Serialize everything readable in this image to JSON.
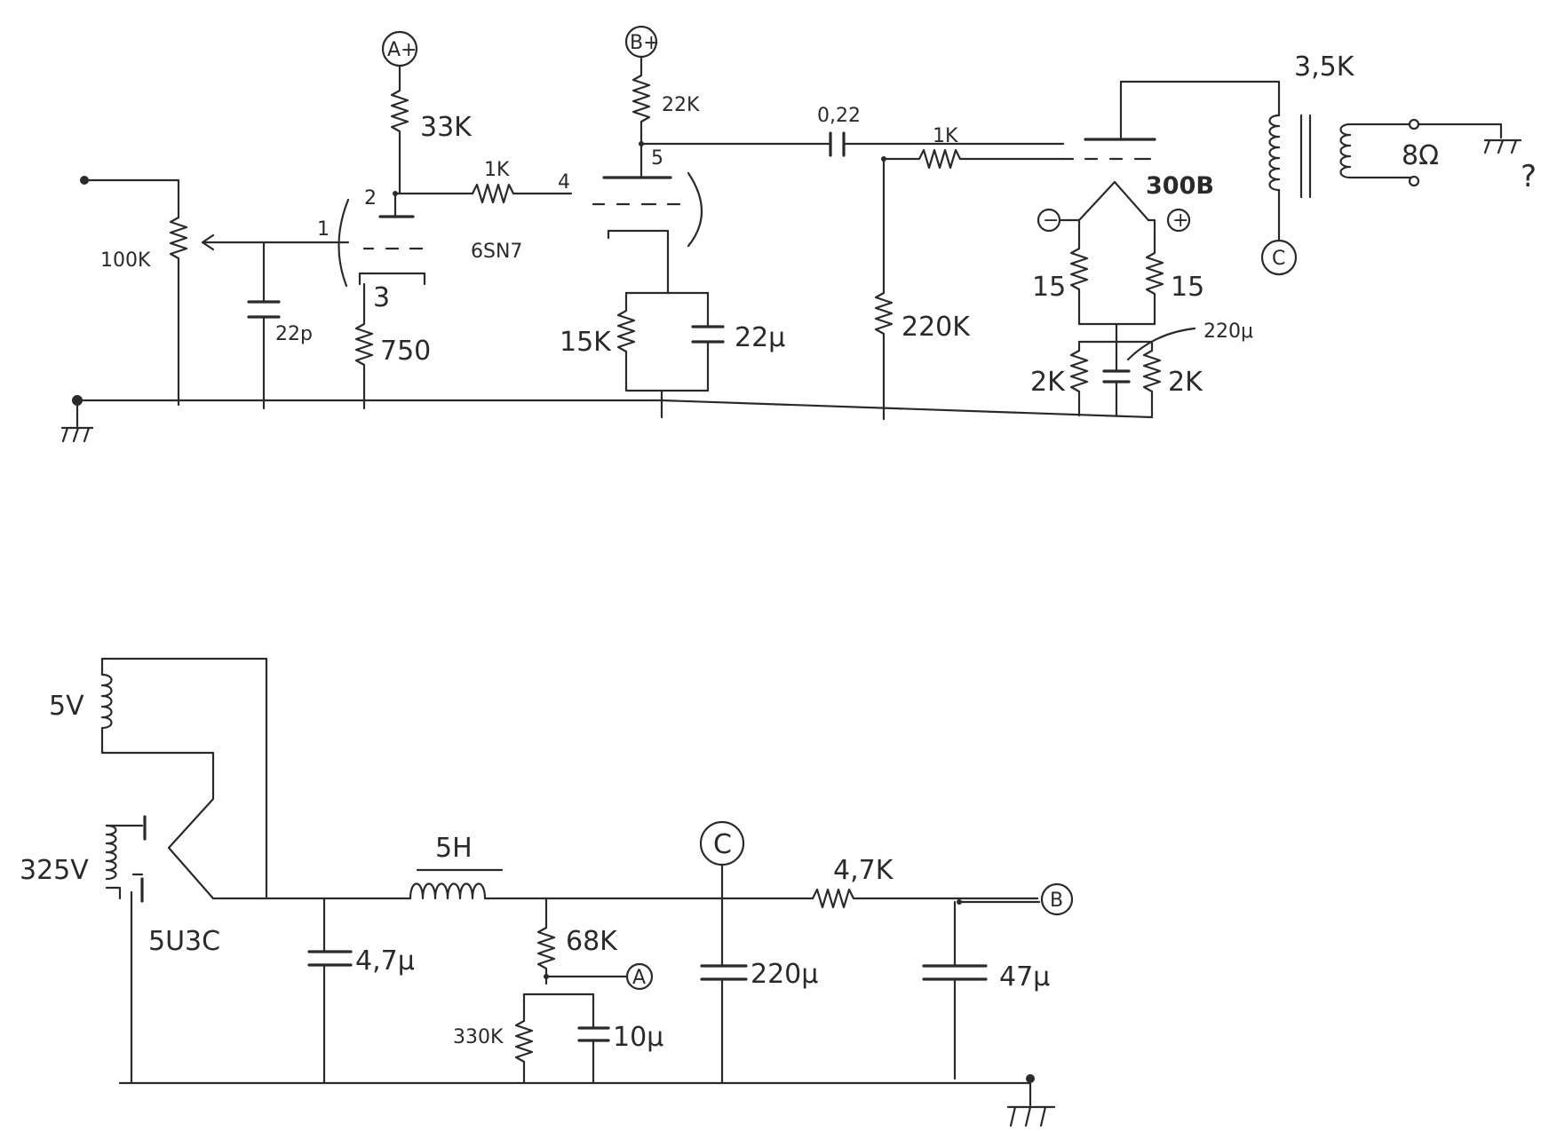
{
  "amplifier": {
    "input_pot": "100K",
    "input_cap": "22p",
    "tube_driver": "6SN7",
    "pin_1": "1",
    "pin_2": "2",
    "pin_3": "3",
    "pin_4": "4",
    "pin_5": "5",
    "plate_resistor_1": "33K",
    "cathode_resistor_1": "750",
    "grid_stopper_1": "1K",
    "plate_resistor_2": "22K",
    "cathode_resistor_2": "15K",
    "cathode_bypass_2": "22μ",
    "coupling_cap": "0,22",
    "grid_stopper_2": "1K",
    "grid_leak": "220K",
    "tube_output": "300B",
    "filament_minus": "−",
    "filament_plus": "+",
    "hum_res_left": "15",
    "hum_res_right": "15",
    "bias_res_left": "2K",
    "bias_res_right": "2K",
    "bias_cap": "220μ",
    "output_transformer_primary": "3,5K",
    "speaker_impedance": "8Ω",
    "ground_question": "?",
    "node_a_top": "A+",
    "node_b_top": "B+",
    "node_c_top": "C"
  },
  "power_supply": {
    "heater_winding": "5V",
    "ht_winding": "325V",
    "rectifier": "5U3C",
    "choke": "5H",
    "first_cap": "4,7μ",
    "divider_top": "68K",
    "divider_bottom": "330K",
    "divider_cap": "10μ",
    "node_a": "A",
    "node_c": "C",
    "main_cap": "220μ",
    "series_res": "4,7K",
    "final_cap": "47μ",
    "node_b": "B"
  }
}
